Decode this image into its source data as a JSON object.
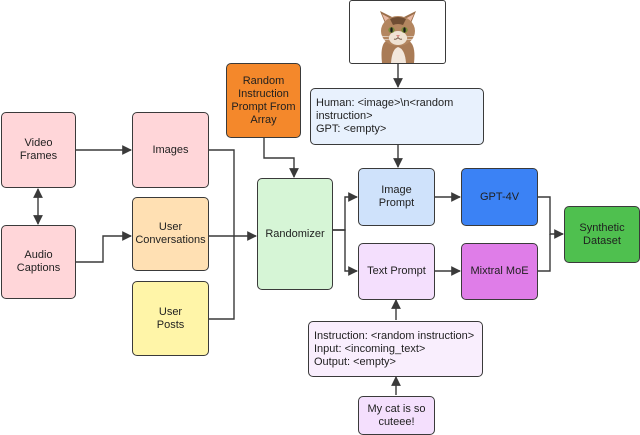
{
  "colors": {
    "pink": "#ffd6d9",
    "blue_light": "#e8f1fd",
    "blue": "#cfe2fb",
    "blue_strong": "#3b82f5",
    "orange_light": "#ffe0b3",
    "orange": "#f4882b",
    "yellow": "#fff5a8",
    "green_light": "#d6f5d6",
    "green": "#4fc04f",
    "purple_light": "#f4dffd",
    "purple": "#df7de8",
    "line": "#3a3a3a"
  },
  "image_icon": "cat-photo",
  "nodes": {
    "video_frames": "Video Frames",
    "audio_captions": "Audio\nCaptions",
    "images": "Images",
    "user_conversations": "User\nConversations",
    "user_posts": "User\nPosts",
    "random_instruction": "Random\nInstruction\nPrompt From\nArray",
    "randomizer": "Randomizer",
    "image_prompt_template": "Human: <image>\\n<random\ninstruction>\nGPT: <empty>",
    "image_prompt": "Image\nPrompt",
    "text_prompt": "Text Prompt",
    "gpt4v": "GPT-4V",
    "mixtral": "Mixtral MoE",
    "synthetic_dataset": "Synthetic\nDataset",
    "text_prompt_template": "Instruction: <random instruction>\nInput: <incoming_text>\nOutput: <empty>",
    "example_text": "My cat is so\ncuteee!"
  }
}
